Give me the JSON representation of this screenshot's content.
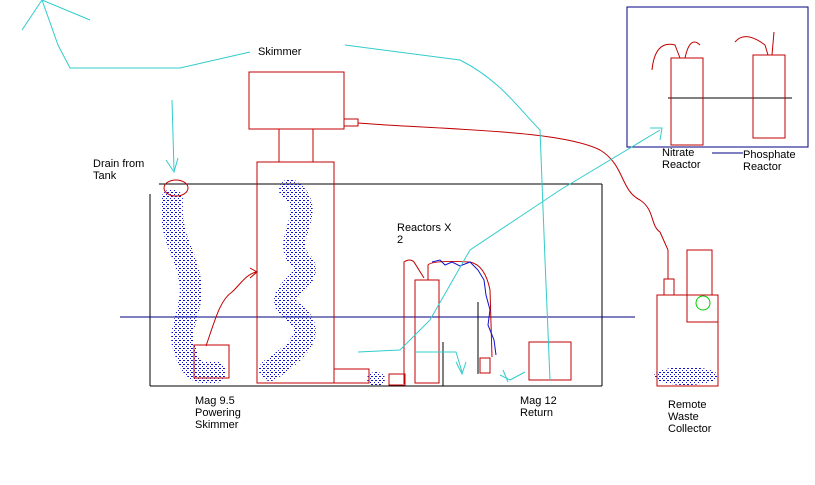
{
  "labels": {
    "skimmer": "Skimmer",
    "drain_line1": "Drain from",
    "drain_line2": "Tank",
    "reactors_line1": "Reactors X",
    "reactors_line2": "2",
    "mag95_line1": "Mag 9.5",
    "mag95_line2": "Powering",
    "mag95_line3": "Skimmer",
    "mag12_line1": "Mag 12",
    "mag12_line2": "Return",
    "waste_line1": "Remote",
    "waste_line2": "Waste",
    "waste_line3": "Collector",
    "nitrate_line1": "Nitrate",
    "nitrate_line2": "Reactor",
    "phosphate_line1": "Phosphate",
    "phosphate_line2": "Reactor"
  },
  "colors": {
    "equipment": "#c00000",
    "water_flow": "#33cccc",
    "water_level": "#000080",
    "bubbles": "#1010d0",
    "outline": "#000000",
    "indicator": "#00cc00"
  }
}
